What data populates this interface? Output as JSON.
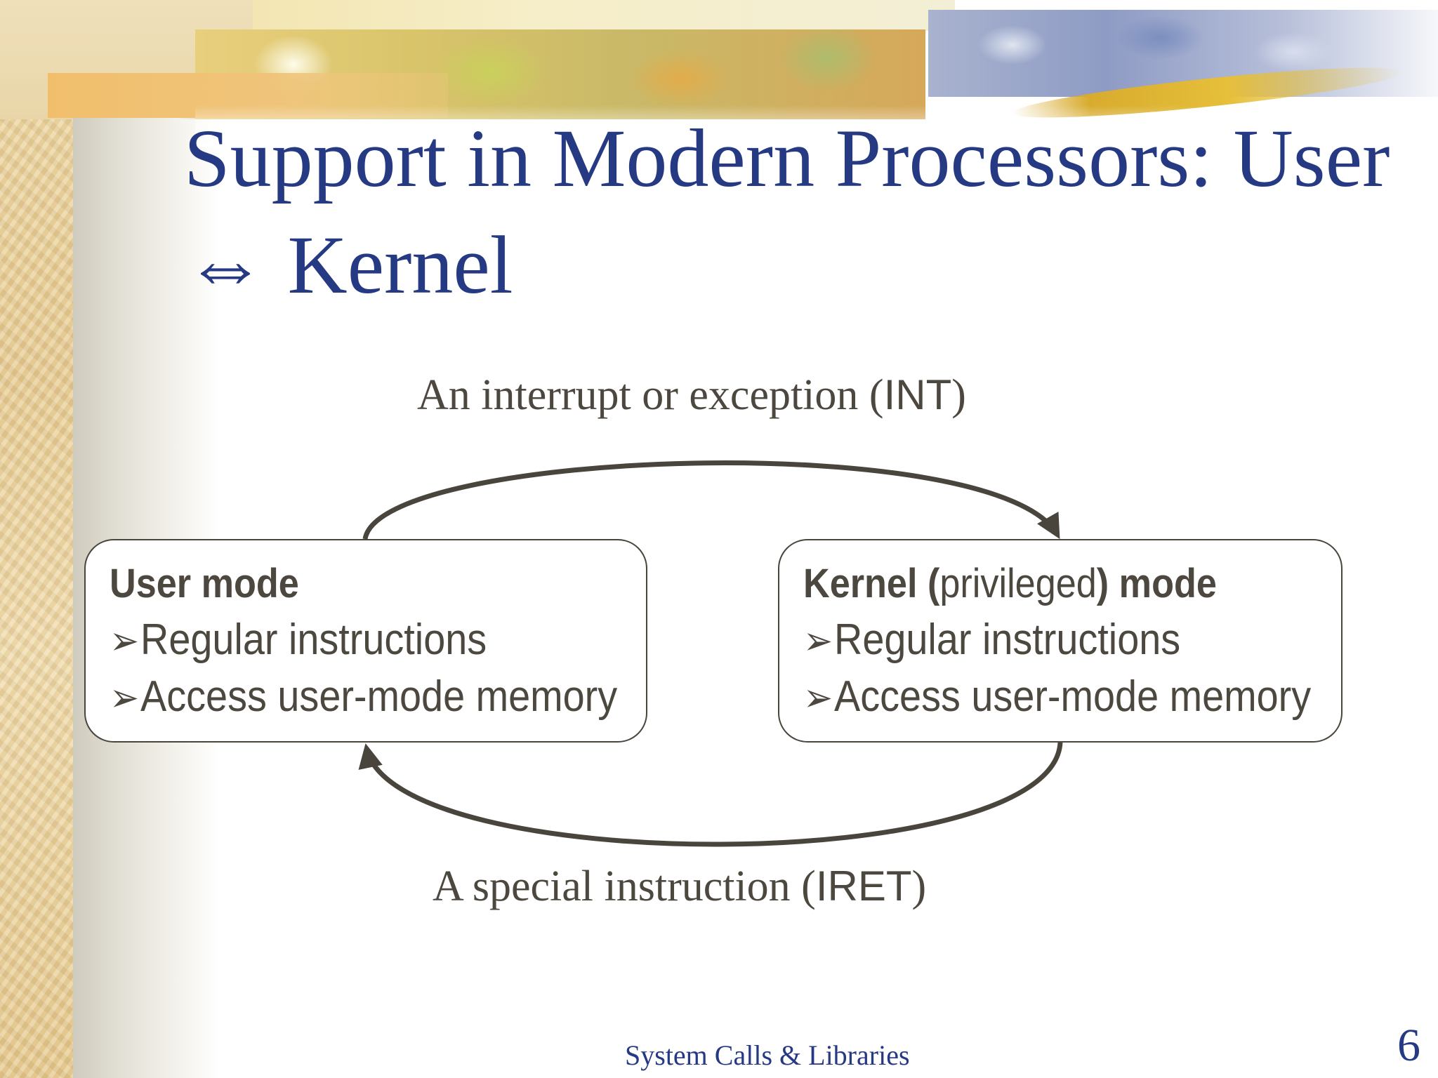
{
  "slide": {
    "title": "Support in Modern Processors: User ⇔ Kernel",
    "footer": "System Calls & Libraries",
    "number": "6"
  },
  "diagram": {
    "top_caption": {
      "text": "An interrupt or exception (",
      "code": "INT",
      "close": ")"
    },
    "bottom_caption": {
      "text": "A special instruction (",
      "code": "IRET",
      "close": ")"
    },
    "user_box": {
      "heading": "User mode",
      "items": [
        "Regular instructions",
        "Access user-mode memory"
      ]
    },
    "kernel_box": {
      "heading_bold_start": "Kernel (",
      "heading_regular": "privileged",
      "heading_bold_end": ") mode",
      "items": [
        "Regular instructions",
        "Access user-mode memory"
      ]
    },
    "bullet_glyph": "➢",
    "colors": {
      "title": "#263a84",
      "text": "#4d483f",
      "arrow": "#4a453c"
    }
  }
}
